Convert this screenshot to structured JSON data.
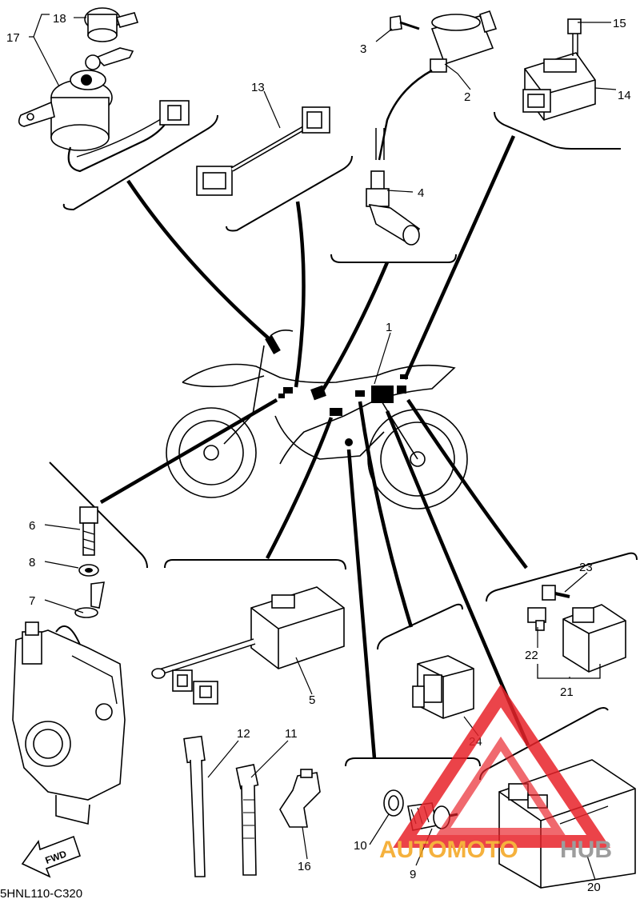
{
  "diagram": {
    "code": "5HNL110-C320",
    "fwd_label": "FWD",
    "callouts": [
      "1",
      "2",
      "3",
      "4",
      "5",
      "6",
      "7",
      "8",
      "9",
      "10",
      "11",
      "12",
      "13",
      "14",
      "15",
      "16",
      "17",
      "18",
      "20",
      "21",
      "22",
      "23",
      "24"
    ]
  },
  "watermark": {
    "part_a": "AUTOMOTO",
    "part_b": "HUB",
    "color_primary": "#f4a41c",
    "color_secondary": "#8c8c8c",
    "color_triangle": "#e8232a"
  }
}
